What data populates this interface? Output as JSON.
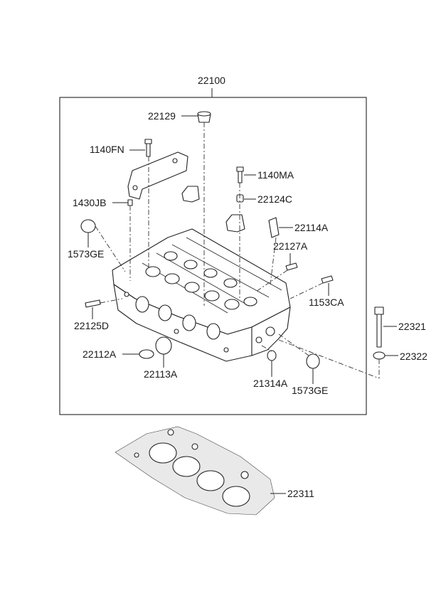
{
  "assembly_label": "22100",
  "parts": [
    {
      "id": "22129",
      "label": "22129"
    },
    {
      "id": "1140FN",
      "label": "1140FN"
    },
    {
      "id": "1140MA",
      "label": "1140MA"
    },
    {
      "id": "22124C",
      "label": "22124C"
    },
    {
      "id": "1430JB",
      "label": "1430JB"
    },
    {
      "id": "22114A",
      "label": "22114A"
    },
    {
      "id": "1573GE-left",
      "label": "1573GE"
    },
    {
      "id": "22127A",
      "label": "22127A"
    },
    {
      "id": "1153CA",
      "label": "1153CA"
    },
    {
      "id": "22125D",
      "label": "22125D"
    },
    {
      "id": "22321",
      "label": "22321"
    },
    {
      "id": "22112A",
      "label": "22112A"
    },
    {
      "id": "22322",
      "label": "22322"
    },
    {
      "id": "22113A",
      "label": "22113A"
    },
    {
      "id": "21314A",
      "label": "21314A"
    },
    {
      "id": "1573GE-right",
      "label": "1573GE"
    },
    {
      "id": "22311",
      "label": "22311"
    }
  ]
}
